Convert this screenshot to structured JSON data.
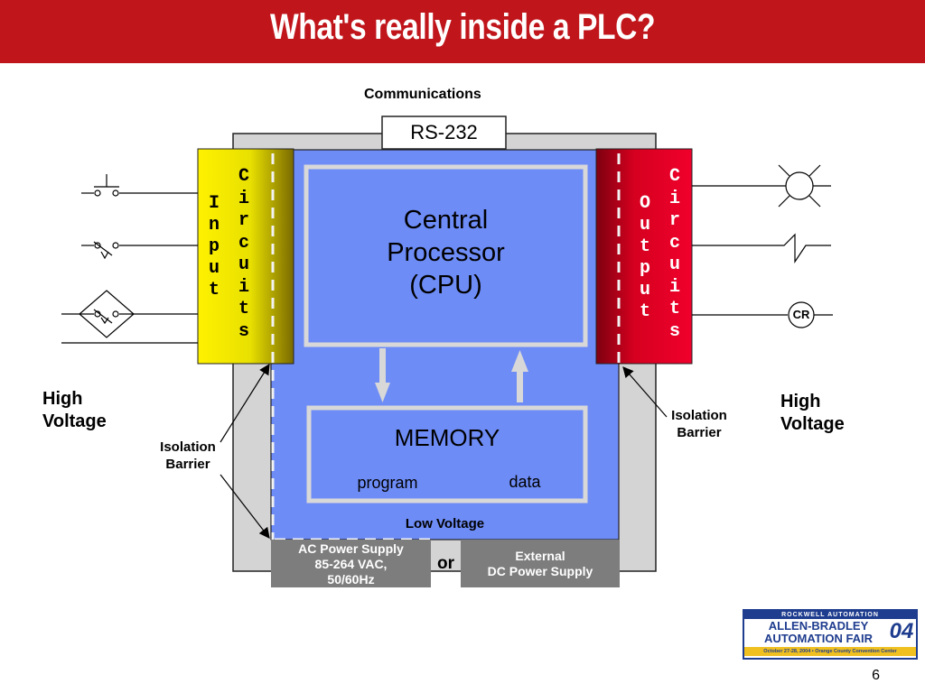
{
  "slide": {
    "title": "What's really inside a PLC?",
    "page_number": "6"
  },
  "diagram": {
    "communications_label": "Communications",
    "rs232_label": "RS-232",
    "input_label": "Input",
    "input_circuits_label": "Circuits",
    "output_label": "Output",
    "output_circuits_label": "Circuits",
    "cpu_line1": "Central",
    "cpu_line2": "Processor",
    "cpu_line3": "(CPU)",
    "memory_label": "MEMORY",
    "memory_program": "program",
    "memory_data": "data",
    "low_voltage": "Low Voltage",
    "ac_supply_line1": "AC Power Supply",
    "ac_supply_line2": "85-264 VAC,",
    "ac_supply_line3": "50/60Hz",
    "or_label": "or",
    "dc_supply_line1": "External",
    "dc_supply_line2": "DC Power Supply",
    "high_voltage_left_1": "High",
    "high_voltage_left_2": "Voltage",
    "high_voltage_right_1": "High",
    "high_voltage_right_2": "Voltage",
    "isolation_left_1": "Isolation",
    "isolation_left_2": "Barrier",
    "isolation_right_1": "Isolation",
    "isolation_right_2": "Barrier",
    "cr_label": "CR"
  },
  "logo": {
    "top_line": "ROCKWELL AUTOMATION",
    "line1": "ALLEN-BRADLEY",
    "line2": "AUTOMATION FAIR",
    "year": "04",
    "bottom_line": "October 27-28, 2004 • Orange County Convention Center"
  },
  "colors": {
    "title_red": "#c0151b",
    "plc_blue": "#6e8cf6",
    "input_yellow": "#f4ee00",
    "output_red": "#e8002a",
    "chassis_gray": "#d4d4d4",
    "supply_gray": "#7d7d7d"
  }
}
